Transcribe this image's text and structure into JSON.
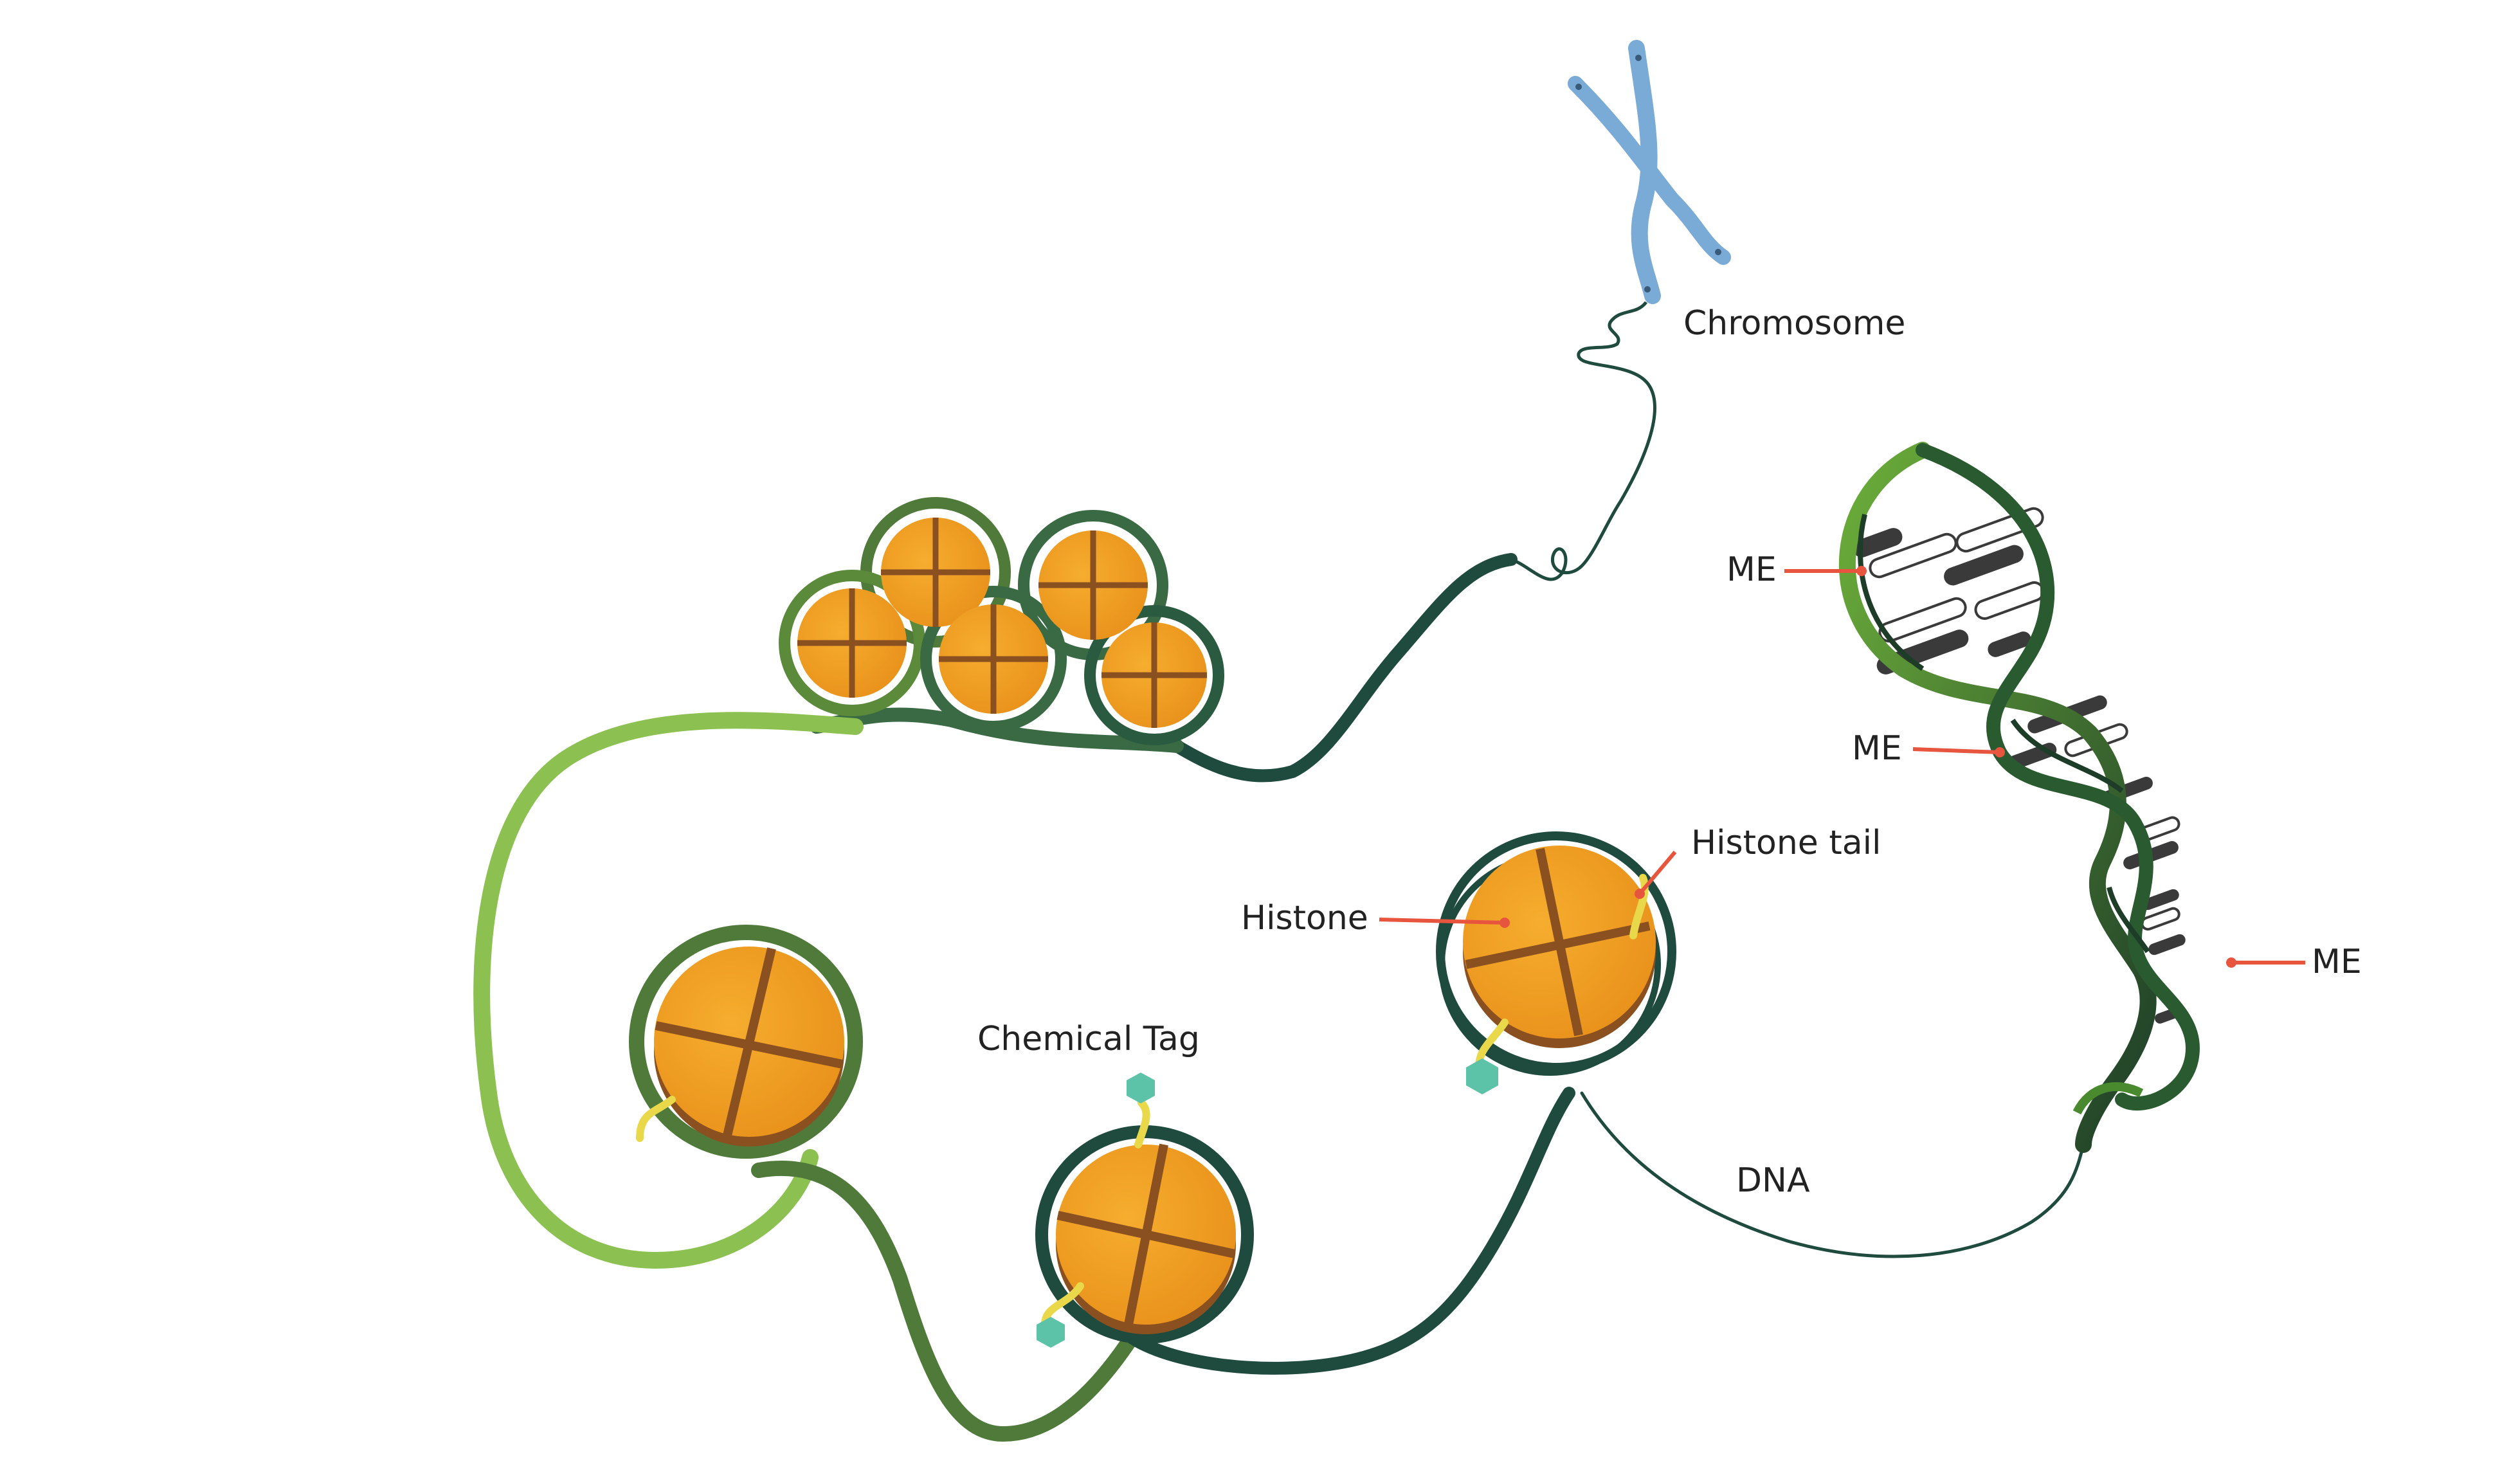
{
  "labels": {
    "chromosome": "Chromosome",
    "histone": "Histone",
    "histone_tail": "Histone tail",
    "chemical_tag": "Chemical Tag",
    "dna": "DNA",
    "me_1": "ME",
    "me_2": "ME",
    "me_3": "ME"
  },
  "colors": {
    "chromosome": "#7aaad6",
    "histone_orange": "#f29a1f",
    "histone_cross": "#8a5020",
    "fiber_light_green": "#8cc152",
    "fiber_mid_green": "#4f7a3a",
    "fiber_dark_green": "#1f4a3e",
    "histone_tail": "#e8d84a",
    "chemical_tag": "#5cc3a8",
    "pointer_red": "#e8553e",
    "helix_dark": "#1e3d28",
    "helix_green": "#4a8a2e",
    "base_pair_dark": "#3a3a3a"
  },
  "icons": [
    "chromosome-icon",
    "histone-icon",
    "dna-helix-icon",
    "chemical-tag-icon"
  ]
}
